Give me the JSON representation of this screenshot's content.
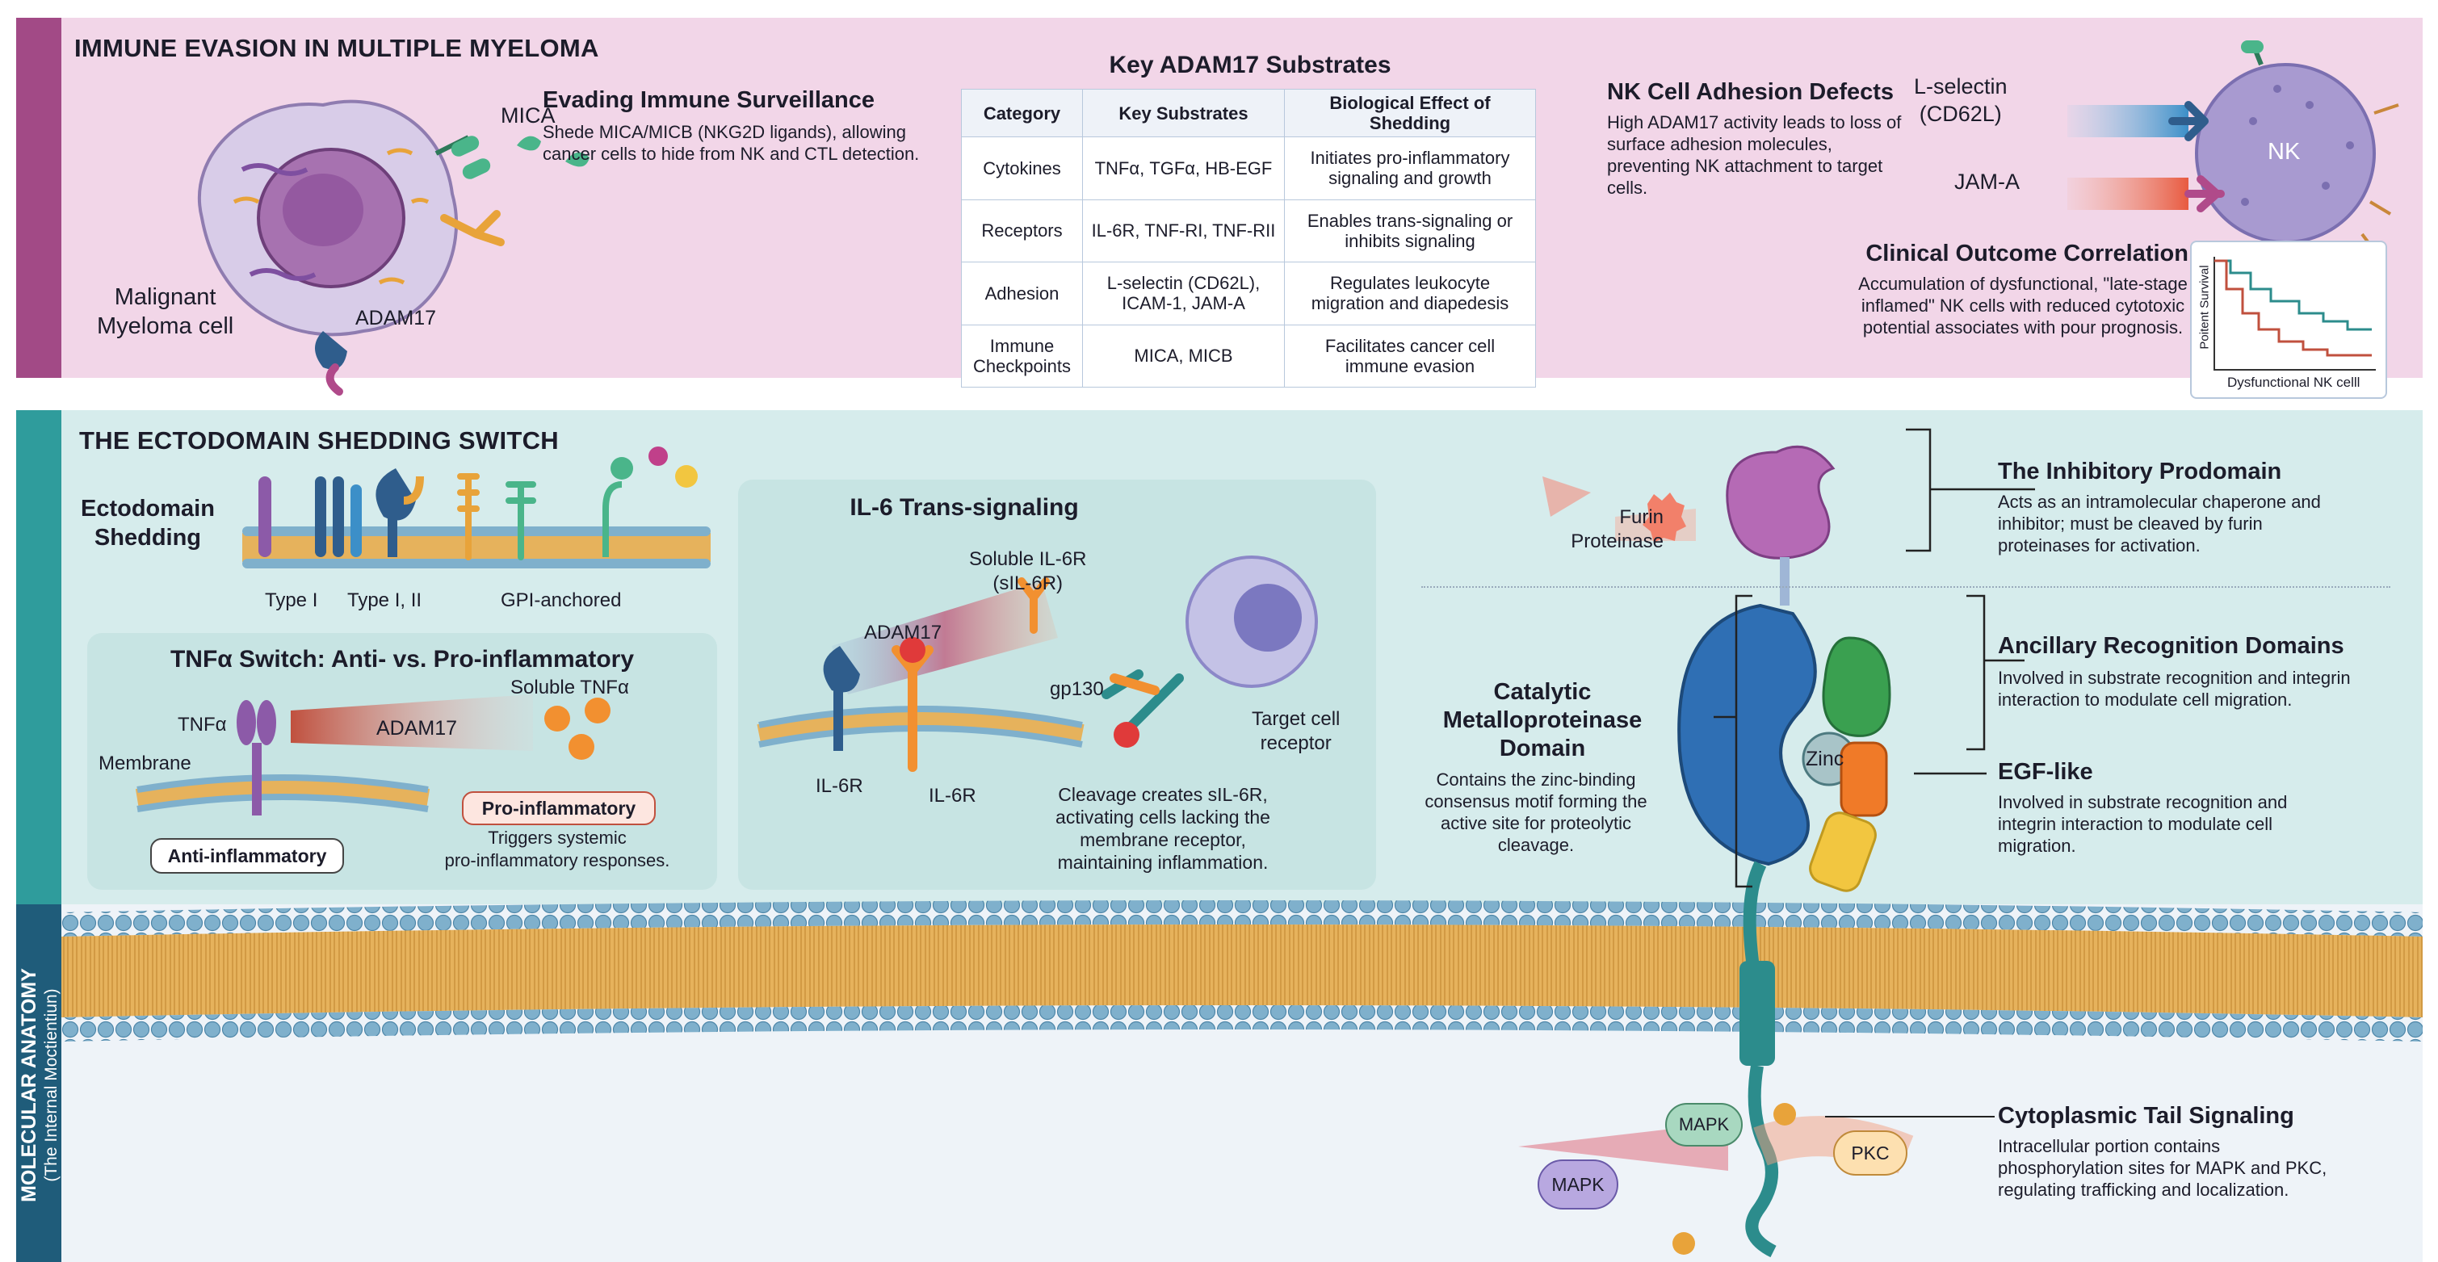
{
  "top": {
    "title": "IMMUNE EVASION IN MULTIPLE MYELOMA",
    "cell_label": "Malignant\nMyeloma cell",
    "mica_label": "MICA",
    "adam17_label": "ADAM17",
    "evading": {
      "title": "Evading Immune Surveillance",
      "text": "Shede MICA/MICB (NKG2D ligands), allowing cancer cells to hide from NK and CTL detection."
    },
    "table": {
      "title": "Key ADAM17 Substrates",
      "headers": [
        "Category",
        "Key Substrates",
        "Biological Effect of Shedding"
      ],
      "rows": [
        [
          "Cytokines",
          "TNFα, TGFα, HB-EGF",
          "Initiates pro-inflammatory signaling and growth"
        ],
        [
          "Receptors",
          "IL-6R, TNF-RI, TNF-RII",
          "Enables trans-signaling or inhibits signaling"
        ],
        [
          "Adhesion",
          "L-selectin (CD62L), ICAM-1, JAM-A",
          "Regulates leukocyte migration and diapedesis"
        ],
        [
          "Immune Checkpoints",
          "MICA, MICB",
          "Facilitates cancer cell immune evasion"
        ]
      ]
    },
    "nk": {
      "title": "NK Cell Adhesion Defects",
      "text": "High ADAM17 activity leads to loss of surface adhesion molecules, preventing NK attachment to target cells.",
      "lselectin": "L-selectin\n(CD62L)",
      "jama": "JAM-A",
      "nk_label": "NK"
    },
    "clinical": {
      "title": "Clinical Outcome Correlation",
      "text": "Accumulation of dysfunctional, \"late-stage inflamed\" NK cells with reduced cytotoxic potential associates with pour prognosis.",
      "ylabel": "Poitent Survival",
      "xlabel": "Dysfunctional NK celll"
    }
  },
  "middle": {
    "title": "THE ECTODOMAIN SHEDDING SWITCH",
    "shedding_label": "Ectodomain\nShedding",
    "type1": "Type I",
    "type12": "Type I, II",
    "gpi": "GPI-anchored",
    "tnf": {
      "title": "TNFα Switch: Anti- vs. Pro-inflammatory",
      "tnf_label": "TNFα",
      "membrane_label": "Membrane",
      "adam17": "ADAM17",
      "soluble": "Soluble TNFα",
      "anti": "Anti-inflammatory",
      "pro": "Pro-inflammatory",
      "triggers": "Triggers systemic\npro-inflammatory responses."
    },
    "il6": {
      "title": "IL-6 Trans-signaling",
      "soluble": "Soluble IL-6R\n(sIL-6R)",
      "adam17": "ADAM17",
      "gp130": "gp130",
      "target": "Target cell\nreceptor",
      "il6r_left": "IL-6R",
      "il6r_right": "IL-6R",
      "text": "Cleavage creates sIL-6R,\nactivating cells lacking the\nmembrane receptor,\nmaintaining inflammation."
    }
  },
  "anatomy": {
    "sidebar_title": "MOLECULAR ANATOMY",
    "sidebar_sub": "(The Internal Moctientiun)",
    "furin": "Furin\nProteinase",
    "prodomain": {
      "title": "The Inhibitory Prodomain",
      "text": "Acts as an intramolecular chaperone and inhibitor; must be cleaved by furin proteinases for activation."
    },
    "ancillary": {
      "title": "Ancillary Recognition Domains",
      "text": "Involved in substrate recognition and integrin interaction to modulate cell migration."
    },
    "egf": {
      "title": "EGF-like",
      "text": "Involved in substrate recognition and integrin interaction to modulate cell migration."
    },
    "catalytic": {
      "title": "Catalytic\nMetalloproteinase\nDomain",
      "text": "Contains the zinc-binding consensus motif forming the active site for proteolytic cleavage."
    },
    "zinc": "Zinc",
    "tail": {
      "title": "Cytoplasmic Tail Signaling",
      "text": "Intracellular portion contains phosphorylation sites for MAPK and PKC, regulating trafficking and localization."
    },
    "mapk_top": "MAPK",
    "mapk_left": "MAPK",
    "pkc": "PKC"
  },
  "colors": {
    "top_band": "#f2d6e8",
    "top_side": "#a24a86",
    "mid_band": "#d6ecec",
    "mid_side": "#2f9c9c",
    "bot_side": "#1f5c7a",
    "membrane_head": "#7fb0cc",
    "membrane_tail": "#e6b25c"
  }
}
